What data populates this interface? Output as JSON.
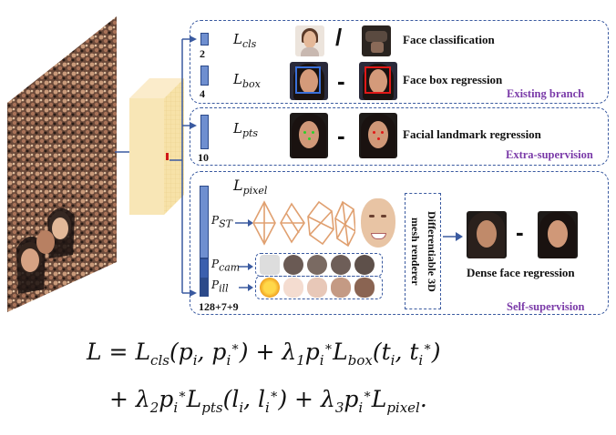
{
  "losses": {
    "cls": "L",
    "cls_sub": "cls",
    "box": "L",
    "box_sub": "box",
    "pts": "L",
    "pts_sub": "pts",
    "pixel": "L",
    "pixel_sub": "pixel"
  },
  "captions": {
    "cls": "Face classification",
    "box": "Face box regression",
    "pts": "Facial landmark regression",
    "dense": "Dense face regression"
  },
  "tags": {
    "existing": "Existing branch",
    "extra": "Extra-supervision",
    "self": "Self-supervision"
  },
  "dims": {
    "cls": "2",
    "box": "4",
    "pts": "10",
    "pixel": "128+7+9"
  },
  "params": {
    "st": "P",
    "st_sub": "ST",
    "cam": "P",
    "cam_sub": "cam",
    "ill": "P",
    "ill_sub": "ill"
  },
  "renderer": "Differentiable 3D mesh renderer",
  "symbols": {
    "slash": "/",
    "minus": "-"
  },
  "formula": {
    "line1": "L = L_cls(p_i, p_i*) + λ1 p_i* L_box(t_i, t_i*)",
    "line2": "+ λ2 p_i* L_pts(l_i, l_i*) + λ3 p_i* L_pixel."
  },
  "colors": {
    "branch_border": "#3a5aa0",
    "tag_purple": "#7a3aa8",
    "bar_blue": "#6f8fd0",
    "box_blue": "#3a6fd8",
    "box_red": "#e01818",
    "feature_yellow": "#f7e2a8"
  }
}
